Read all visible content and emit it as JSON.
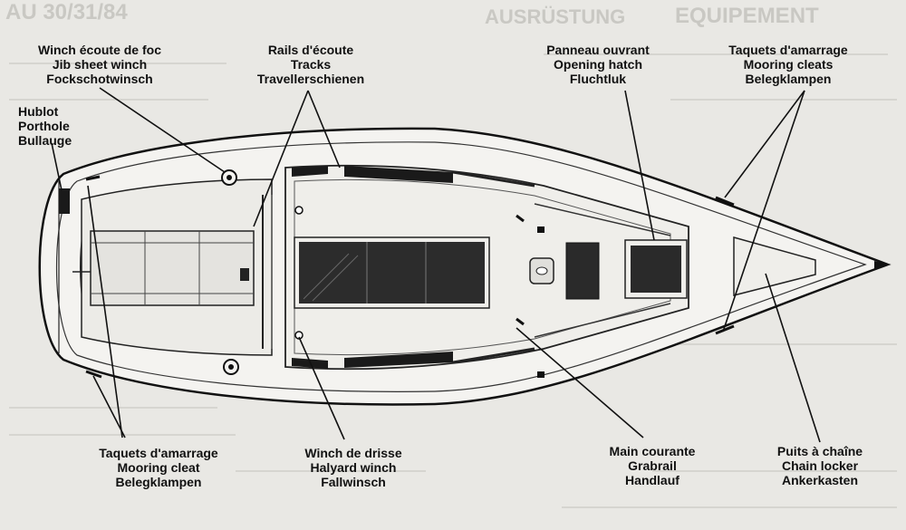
{
  "background": {
    "header_left": "AU 30/31/84",
    "header_mid": "AUSRÜSTUNG",
    "header_right": "EQUIPEMENT"
  },
  "labels": {
    "jib_winch": [
      "Winch écoute de foc",
      "Jib sheet winch",
      "Fockschotwinsch"
    ],
    "tracks": [
      "Rails d'écoute",
      "Tracks",
      "Travellerschienen"
    ],
    "hatch": [
      "Panneau ouvrant",
      "Opening hatch",
      "Fluchtluk"
    ],
    "mooring_cleats": [
      "Taquets d'amarrage",
      "Mooring cleats",
      "Belegklampen"
    ],
    "porthole": [
      "Hublot",
      "Porthole",
      "Bullauge"
    ],
    "mooring_cleat_stern": [
      "Taquets d'amarrage",
      "Mooring cleat",
      "Belegklampen"
    ],
    "halyard_winch": [
      "Winch de drisse",
      "Halyard winch",
      "Fallwinsch"
    ],
    "grabrail": [
      "Main courante",
      "Grabrail",
      "Handlauf"
    ],
    "chain_locker": [
      "Puits à chaîne",
      "Chain locker",
      "Ankerkasten"
    ]
  },
  "colors": {
    "paper": "#e9e8e4",
    "hull": "#f4f3f0",
    "ink": "#111111",
    "hatch_dark": "#2a2a2a"
  }
}
